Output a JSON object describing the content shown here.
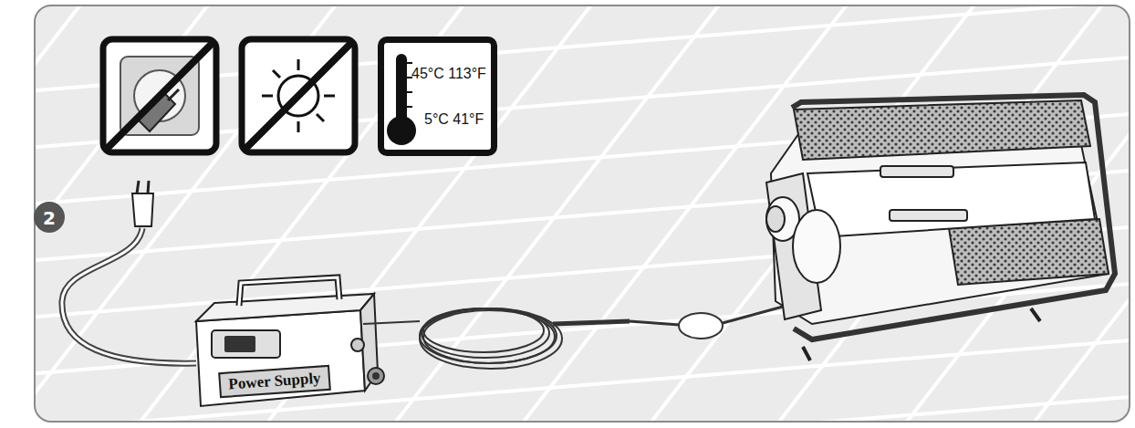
{
  "diagram": {
    "nodes": [
      {
        "text": [
          "2"
        ]
      },
      {
        "text": [
          "45°C 113°F",
          "5°C 41°F"
        ]
      },
      {
        "text": [
          "Power Supply"
        ]
      }
    ]
  }
}
